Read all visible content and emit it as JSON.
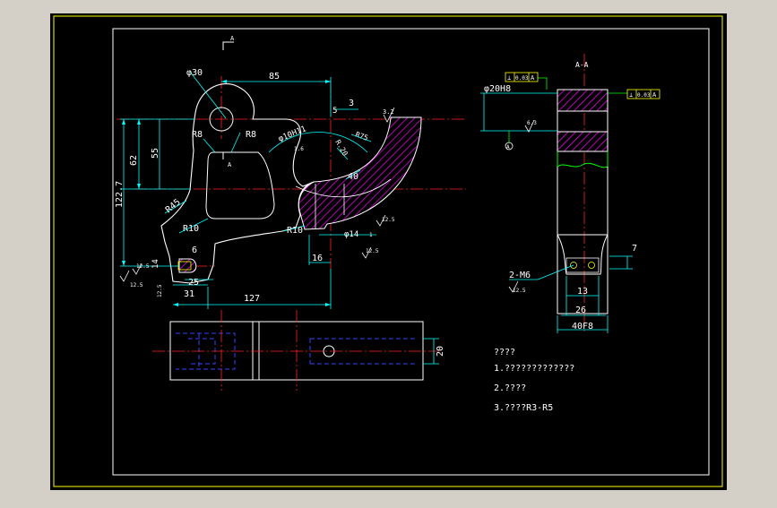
{
  "colors": {
    "background": "#000000",
    "frame": "#ffff00",
    "outline": "#ffffff",
    "dimension": "#00ffff",
    "centerline": "#ff2222",
    "hatch": "#ff00ff",
    "hidden": "#3344ff",
    "leader": "#00ff00"
  },
  "front_view": {
    "section_marker": "A",
    "section_marker_bottom": "A",
    "dims": {
      "phi30": "φ30",
      "d85": "85",
      "d5": "5",
      "d3": "3",
      "rough32": "3.2",
      "phi10h11": "φ10H11",
      "sub16a": "1.6",
      "r20": "R.20",
      "r75": "R75",
      "r8_left": "R8",
      "r8_right": "R8",
      "d62": "62",
      "d55": "55",
      "d1227": "122.7",
      "r45": "R45",
      "r10a": "R10",
      "r10b": "R10",
      "d40": "40",
      "phi14": "φ14",
      "sub1": "1",
      "rough125a": "12.5",
      "rough125b": "12.5",
      "d6": "6",
      "d14": "14",
      "rough125c": "12.5",
      "rough125d": "12.5",
      "d25": "25",
      "d31": "31",
      "d16": "16",
      "d127": "127",
      "rough125e": "12.5",
      "d20": "20"
    }
  },
  "section_view": {
    "title": "A-A",
    "tol_left": {
      "symbol": "⊥",
      "value": "0.03",
      "datum": "A"
    },
    "tol_right": {
      "symbol": "⊥",
      "value": "0.03",
      "datum": "A"
    },
    "phi20h8": "φ20H8",
    "rough_small": "6.3",
    "datum_label": "A",
    "thread": "2-M6",
    "rough_thread": "12.5",
    "d7": "7",
    "d13": "13",
    "d26": "26",
    "d40f8": "40F8"
  },
  "notes": {
    "title": "????",
    "line1": "1.?????????????",
    "line2": "2.????",
    "line3": "3.????R3-R5"
  }
}
